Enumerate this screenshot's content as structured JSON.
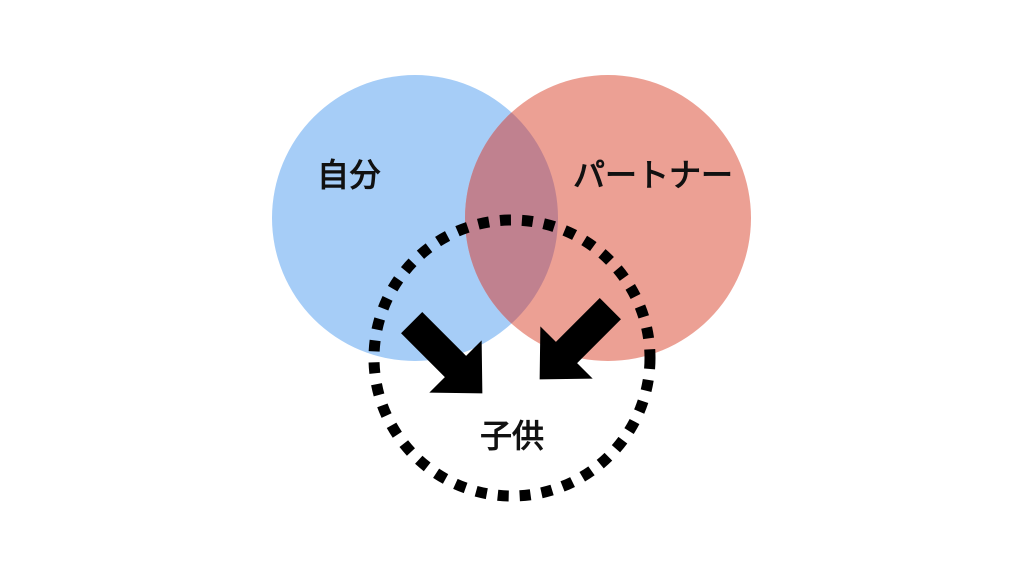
{
  "diagram": {
    "self_label": "自分",
    "partner_label": "パートナー",
    "child_label": "子供"
  },
  "colors": {
    "self_circle": "#a6cdf7",
    "partner_circle": "#eca094",
    "overlap": "#c0818f",
    "child_outline": "#000000",
    "arrows": "#000000"
  }
}
